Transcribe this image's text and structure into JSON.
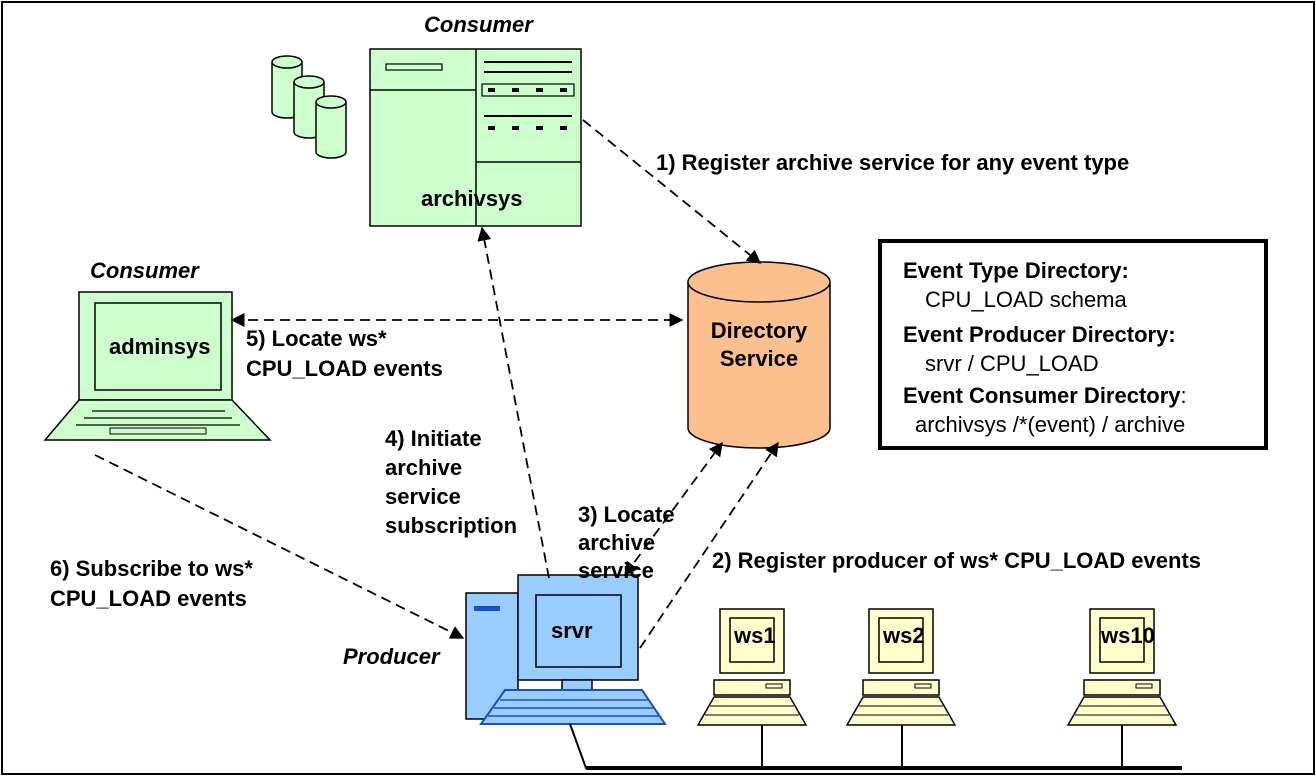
{
  "roles": {
    "consumer_top": "Consumer",
    "consumer_left": "Consumer",
    "producer": "Producer"
  },
  "nodes": {
    "archivsys": "archivsys",
    "adminsys": "adminsys",
    "directory_line1": "Directory",
    "directory_line2": "Service",
    "srvr": "srvr",
    "ws1": "ws1",
    "ws2": "ws2",
    "ws10": "ws10"
  },
  "steps": {
    "s1": "1) Register archive service for any event type",
    "s2": "2) Register producer of ws* CPU_LOAD events",
    "s3": [
      "3) Locate",
      "archive",
      "service"
    ],
    "s4": [
      "4) Initiate",
      "archive",
      "service",
      "subscription"
    ],
    "s5": [
      "5) Locate ws*",
      "CPU_LOAD events"
    ],
    "s6": [
      "6) Subscribe to ws*",
      "CPU_LOAD events"
    ]
  },
  "directory_box": {
    "type_heading": "Event Type Directory:",
    "type_value": "CPU_LOAD schema",
    "producer_heading": "Event Producer Directory:",
    "producer_value": "srvr / CPU_LOAD",
    "consumer_heading": "Event Consumer Directory",
    "consumer_colon": ":",
    "consumer_value": "archivsys /*(event) / archive"
  },
  "colors": {
    "consumer_green": "#ccffcc",
    "directory_orange": "#fcbf8e",
    "producer_blue": "#99ccff",
    "workstation_yellow": "#ffffcc",
    "outline": "#000000"
  }
}
